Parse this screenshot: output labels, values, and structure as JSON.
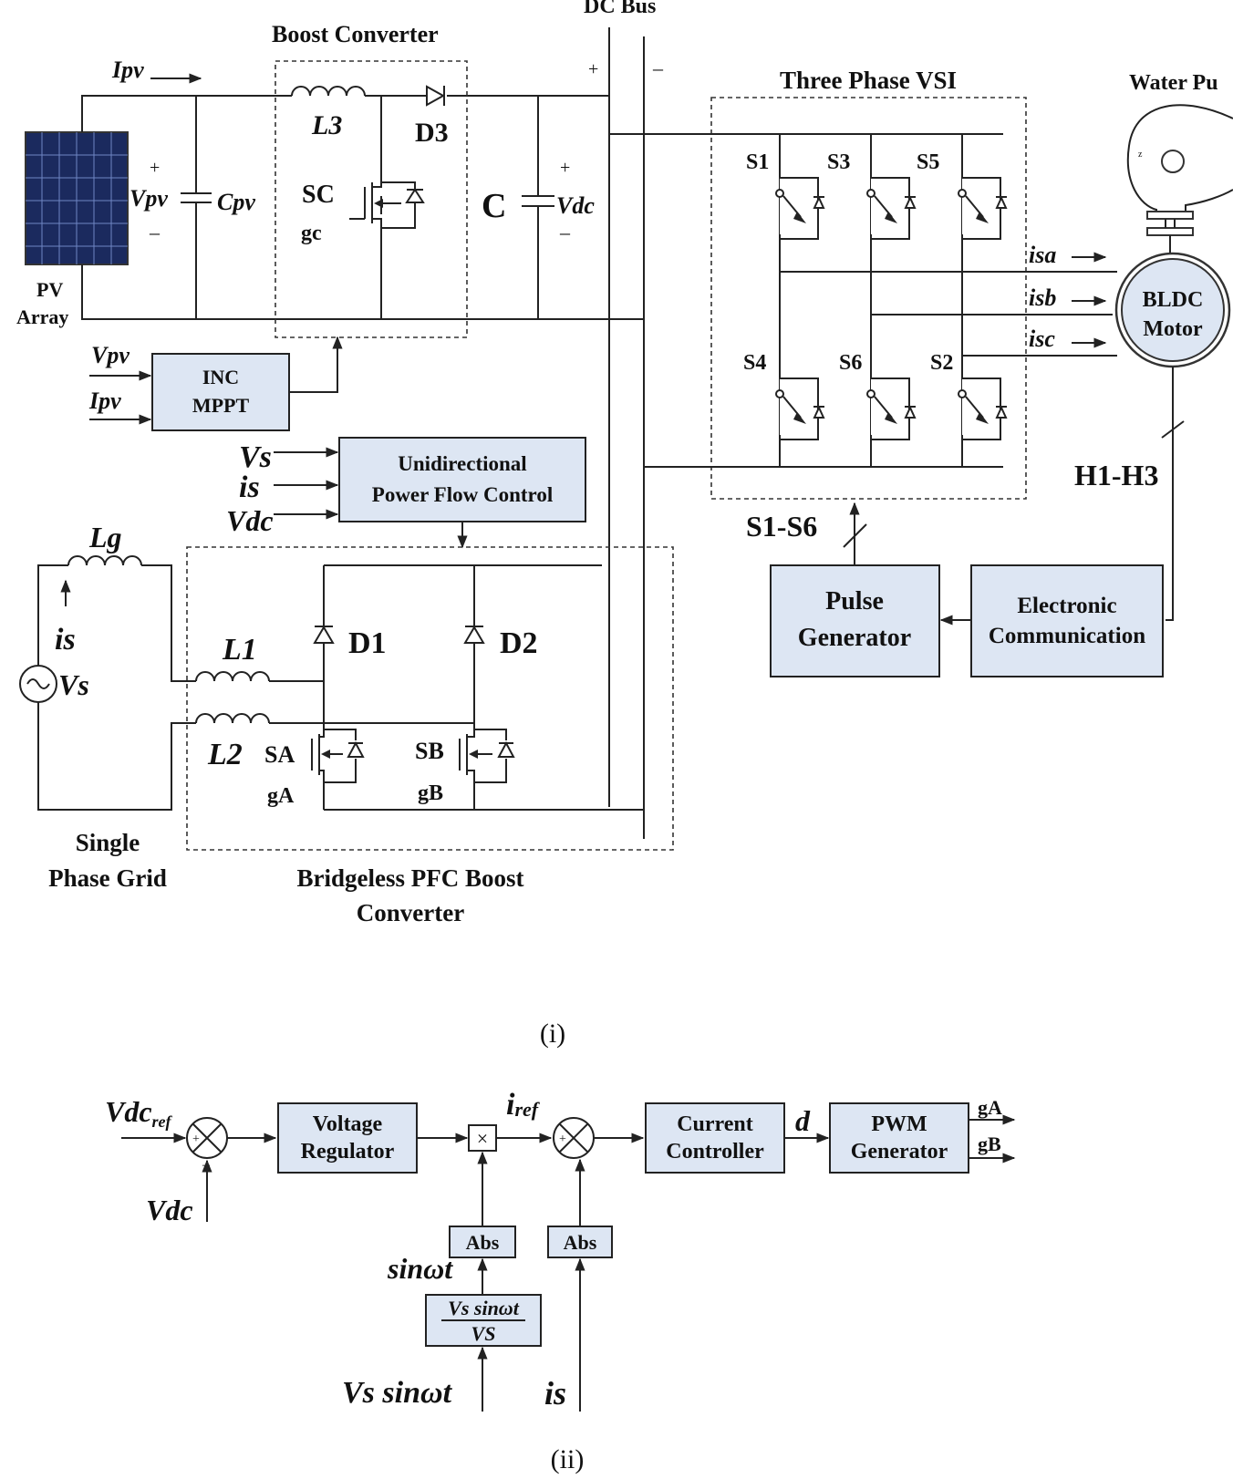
{
  "part1": {
    "caption": "(i)",
    "dc_bus": {
      "label": "DC Bus",
      "plus": "+",
      "minus": "–"
    },
    "pv_array": {
      "label_line1": "PV",
      "label_line2": "Array",
      "plus": "+",
      "minus": "–"
    },
    "labels": {
      "ipv": "Ipv",
      "vpv": "Vpv",
      "cpv": "Cpv",
      "c": "C",
      "vdc": "Vdc",
      "l3": "L3",
      "d3": "D3",
      "sc": "SC",
      "gc": "gc",
      "vpv_in": "Vpv",
      "ipv_in": "Ipv",
      "vs_in": "Vs",
      "is_in": "is",
      "vdc_in": "Vdc",
      "lg": "Lg",
      "is_grid": "is",
      "vs_grid": "Vs",
      "l1": "L1",
      "l2": "L2",
      "d1": "D1",
      "d2": "D2",
      "sa": "SA",
      "ga": "gA",
      "sb": "SB",
      "gb": "gB",
      "s1": "S1",
      "s3": "S3",
      "s5": "S5",
      "s4": "S4",
      "s6": "S6",
      "s2": "S2",
      "isa": "isa",
      "isb": "isb",
      "isc": "isc",
      "s1_s6": "S1-S6",
      "h1_h3": "H1-H3"
    },
    "blocks": {
      "boost_title": "Boost Converter",
      "inc_line1": "INC",
      "inc_line2": "MPPT",
      "upfc_line1": "Unidirectional",
      "upfc_line2": "Power Flow Control",
      "vsi_title": "Three Phase VSI",
      "water_pump": "Water Pu",
      "motor_line1": "BLDC",
      "motor_line2": "Motor",
      "pulse_line1": "Pulse",
      "pulse_line2": "Generator",
      "ecomm_line1": "Electronic",
      "ecomm_line2": "Communication",
      "grid_line1": "Single",
      "grid_line2": "Phase Grid",
      "pfc_line1": "Bridgeless PFC Boost",
      "pfc_line2": "Converter"
    }
  },
  "part2": {
    "caption": "(ii)",
    "vdc_ref": "Vdcref",
    "vdc": "Vdc",
    "i_ref": "iref",
    "d": "d",
    "mult": "×",
    "voltage_reg_line1": "Voltage",
    "voltage_reg_line2": "Regulator",
    "current_ctrl_line1": "Current",
    "current_ctrl_line2": "Controller",
    "pwm_line1": "PWM",
    "pwm_line2": "Generator",
    "abs1": "Abs",
    "abs2": "Abs",
    "sinwt": "sinωt",
    "frac_num": "Vs sinωt",
    "frac_den": "VS",
    "vs_sinwt": "Vs sinωt",
    "is": "is",
    "ga": "gA",
    "gb": "gB"
  }
}
